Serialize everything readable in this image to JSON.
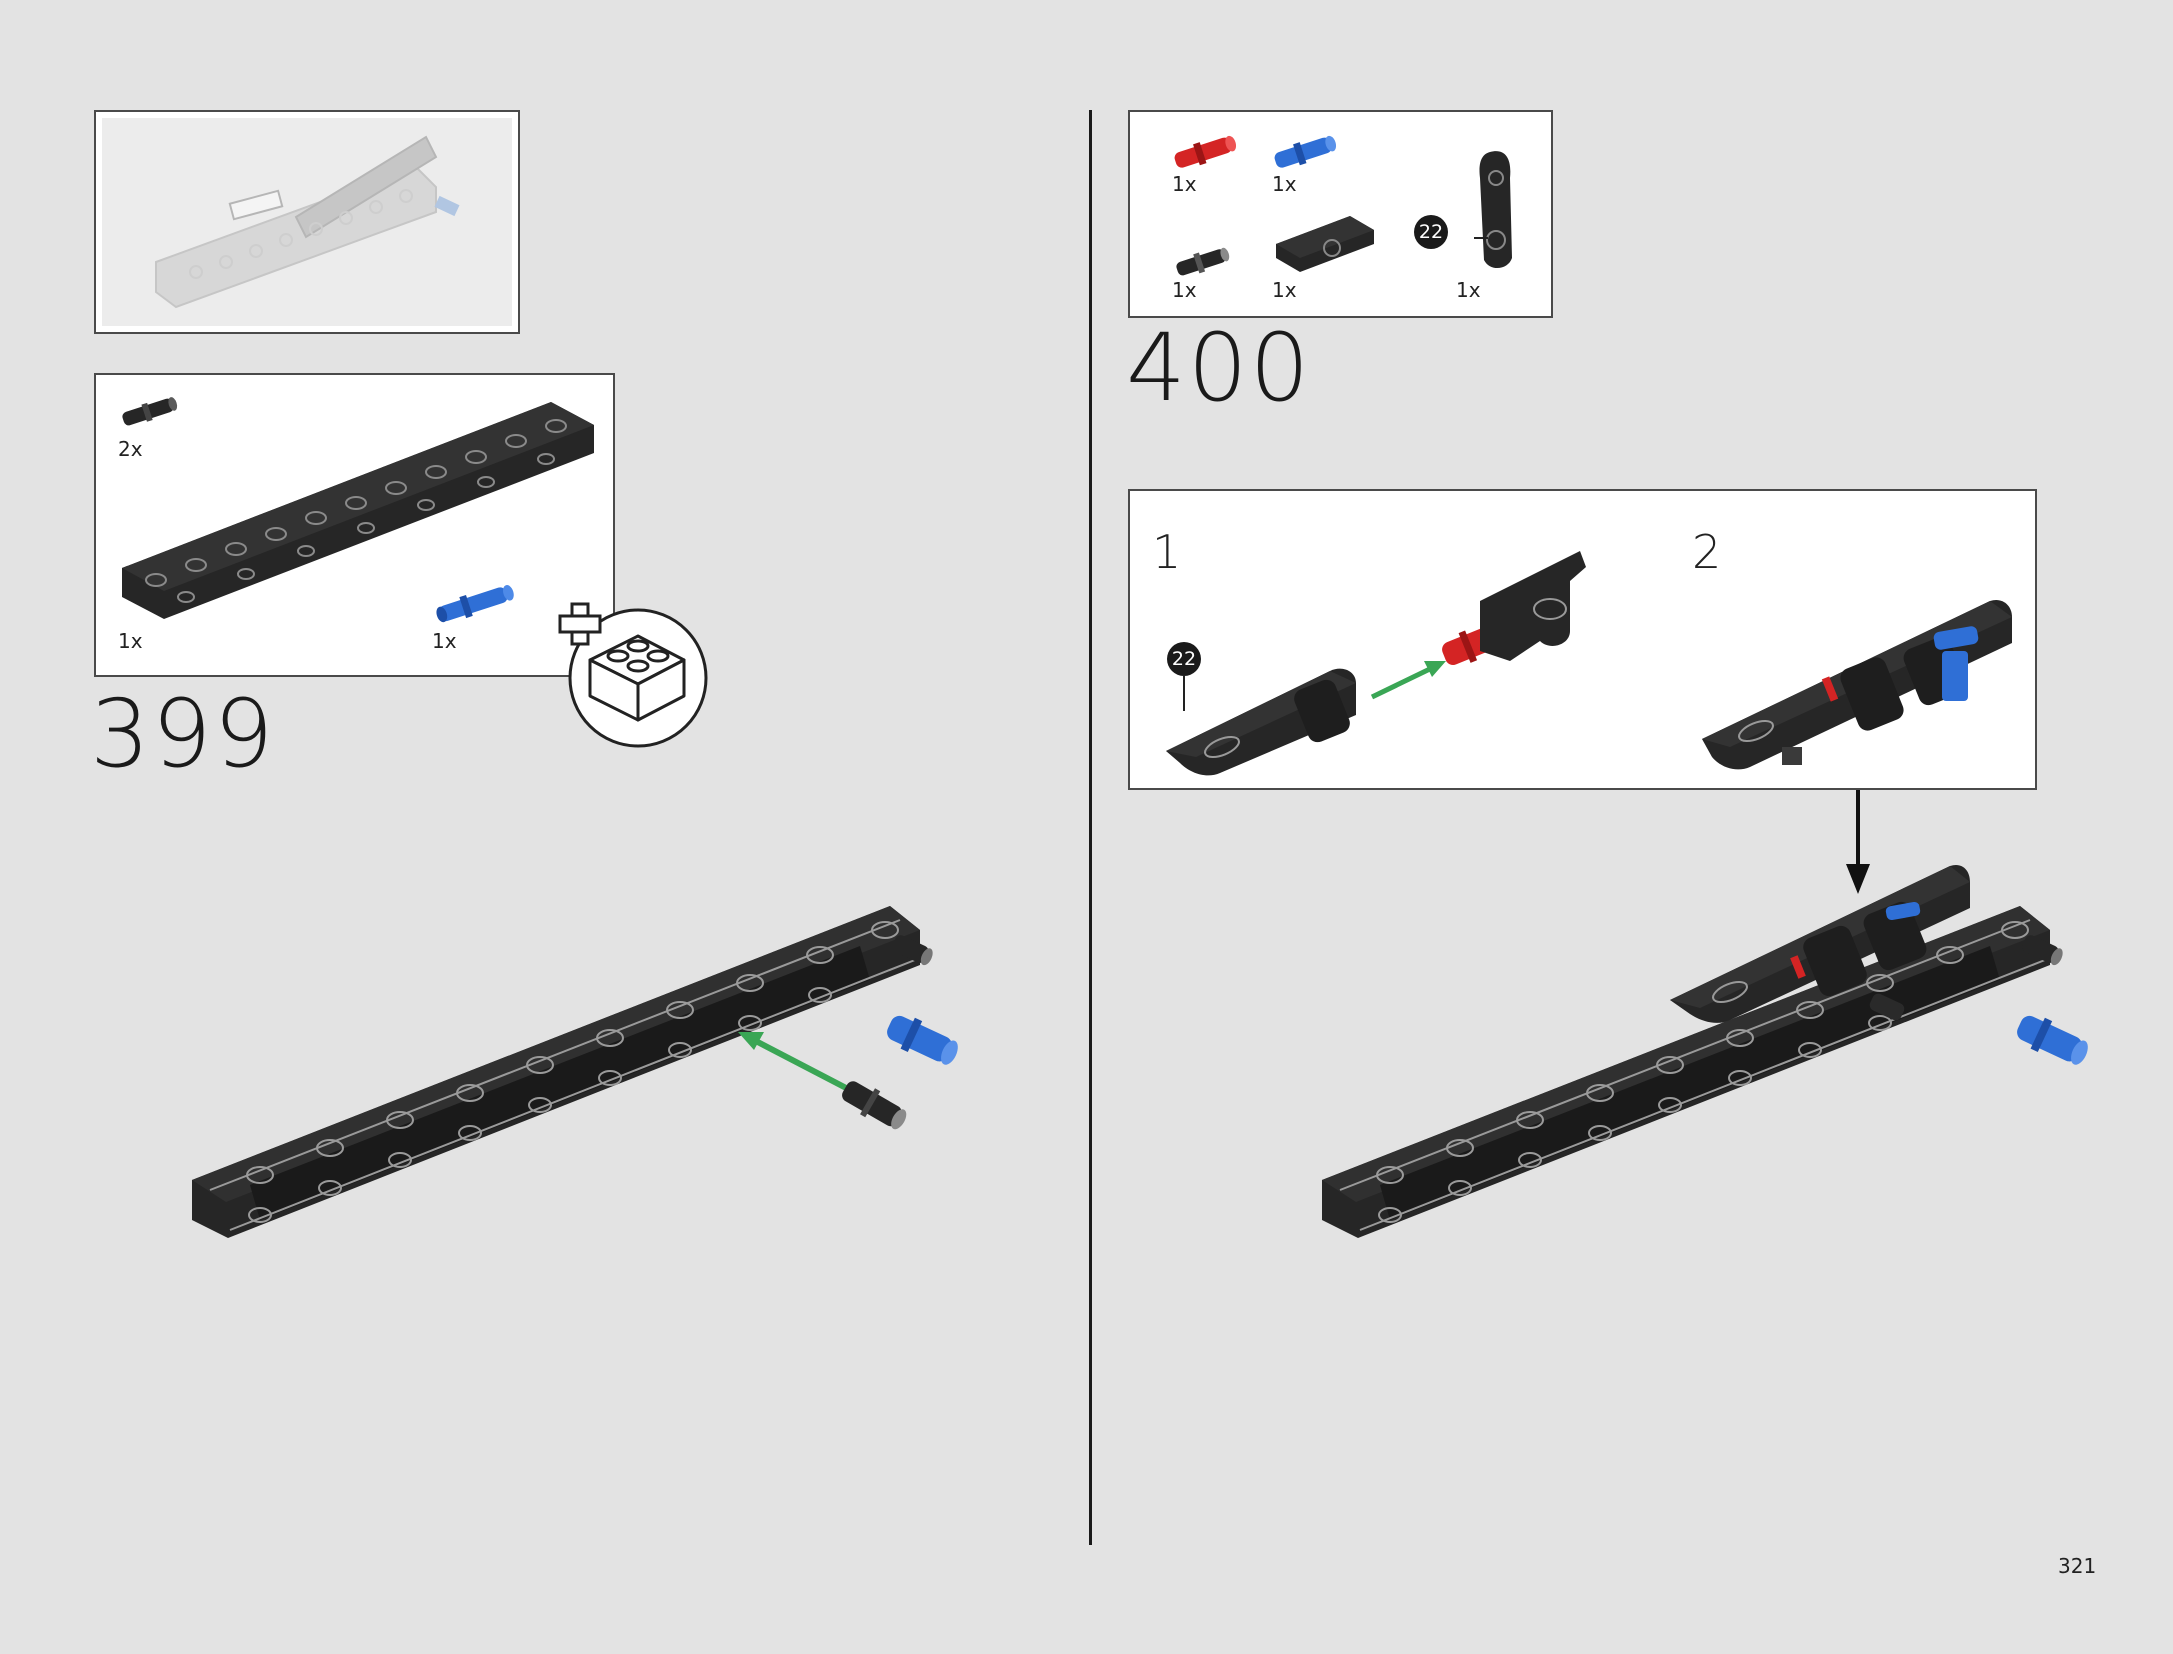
{
  "page_number": "321",
  "steps": [
    {
      "number": "399",
      "parts": [
        {
          "qty": "2x",
          "part": "black-connector-pin"
        },
        {
          "qty": "1x",
          "part": "black-beam-frame"
        },
        {
          "qty": "1x",
          "part": "blue-axle-pin"
        }
      ],
      "add_part_icon": "add-bricks-icon"
    },
    {
      "number": "400",
      "parts": [
        {
          "qty": "1x",
          "part": "red-axle-pin"
        },
        {
          "qty": "1x",
          "part": "blue-axle-pin"
        },
        {
          "qty": "1x",
          "part": "black-pin"
        },
        {
          "qty": "1x",
          "part": "black-panel"
        },
        {
          "qty": "1x",
          "part": "black-angled-beam",
          "callout": "22"
        }
      ],
      "substeps": [
        {
          "number": "1",
          "callout": "22"
        },
        {
          "number": "2"
        }
      ]
    }
  ],
  "colors": {
    "background": "#e3e3e3",
    "part_black": "#262626",
    "part_blue": "#2f6fd6",
    "part_red": "#d42424",
    "arrow_green": "#3aa655"
  }
}
